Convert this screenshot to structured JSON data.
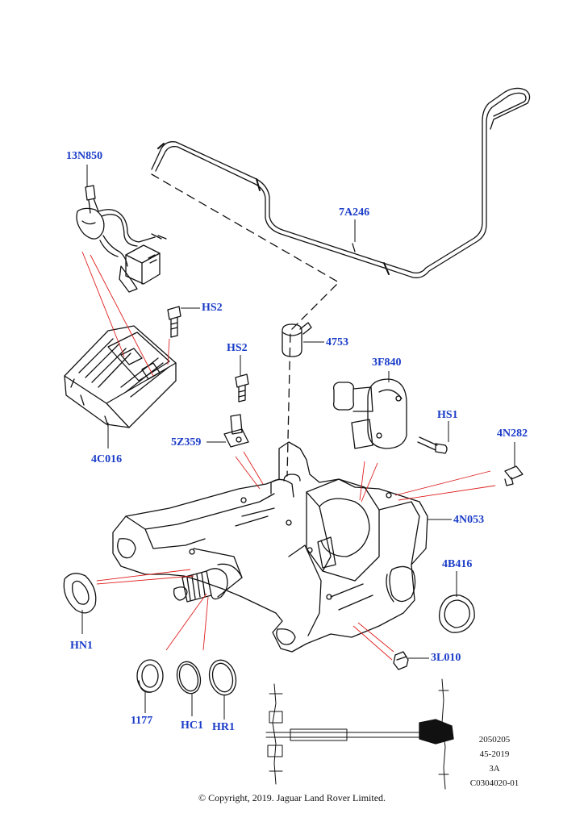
{
  "labels": {
    "l_13N850": "13N850",
    "l_7A246": "7A246",
    "l_HS2a": "HS2",
    "l_HS2b": "HS2",
    "l_4753": "4753",
    "l_3F840": "3F840",
    "l_HS1": "HS1",
    "l_4N282": "4N282",
    "l_5Z359": "5Z359",
    "l_4C016": "4C016",
    "l_4N053": "4N053",
    "l_4B416": "4B416",
    "l_HN1": "HN1",
    "l_3L010": "3L010",
    "l_1177": "1177",
    "l_HC1": "HC1",
    "l_HR1": "HR1"
  },
  "reference": {
    "line1": "2050205",
    "line2": "45-2019",
    "line3": "3A",
    "line4": "C0304020-01"
  },
  "copyright": "© Copyright, 2019. Jaguar Land Rover Limited.",
  "colors": {
    "label": "#1a3cc8",
    "leader": "#e02020",
    "line": "#111111"
  }
}
